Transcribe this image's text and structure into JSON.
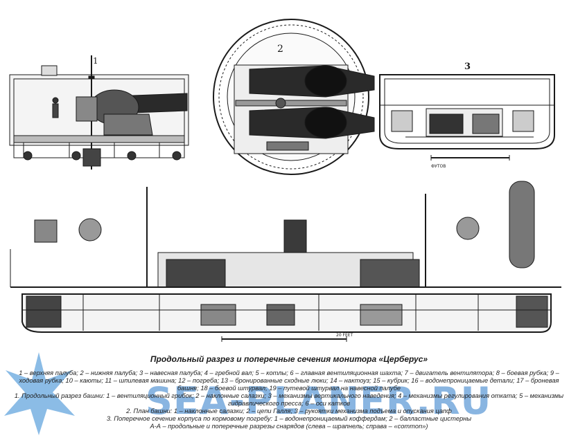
{
  "caption": {
    "title": "Продольный разрез и поперечные сечения монитора «Церберус»",
    "legend": [
      "1 – верхняя палуба; 2 – нижняя палуба; 3 – навесная палуба; 4 – гребной вал; 5 – котлы; 6 – главная вентиляционная шахта; 7 – двигатель вентилятора; 8 – боевая рубка; 9 –",
      "ходовая рубка; 10 – каюты; 11 – шпилевая машина; 12 – погреба; 13 – бронированные сходные люки; 14 – нактоуз; 15 – кубрик; 16 – водонепроницаемые детали; 17 – броневая",
      "башня; 18 – боевой штурвал; 19 – путевой штурвал на навесной палубе",
      "1. Продольный разрез башни: 1 – вентиляционный грибок; 2 – наклонные салазки; 3 – механизмы вертикального наведения; 4 – механизмы регулирования отката; 5 – механизмы",
      "гидравлического пресса; 6 – оси катков",
      "2. План башни: 1 – наклонные салазки; 2 – цепи Галля; 3 – рукоятки механизма подъема и опускания цапф",
      "3. Поперечное сечение корпуса по кормовому погребу: 1 – водонепроницаемый коффердам; 2 – балластные цистерны",
      "А-А – продольные и поперечные разрезы снарядов (слева – шрапнель; справа – «common»)"
    ]
  },
  "labels": {
    "fig1": "1",
    "fig2": "2",
    "fig3": "3",
    "scale_mid": "ФУТОВ",
    "scale_bottom": "20 FEET"
  },
  "watermark": "SEA-PLANER.RU",
  "colors": {
    "ink": "#1a1a1a",
    "watermark": "#2f7fc9"
  }
}
